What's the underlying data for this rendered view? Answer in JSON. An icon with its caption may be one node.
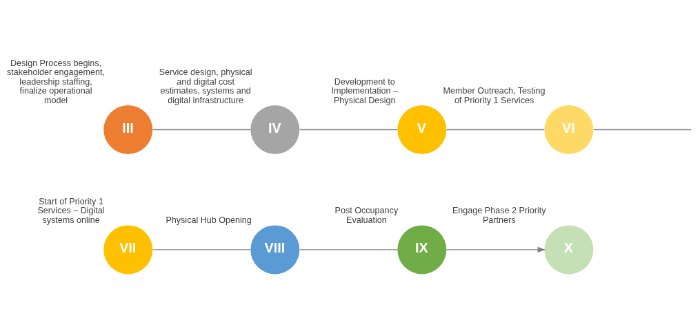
{
  "diagram": {
    "nodes": [
      {
        "text": [
          "III"
        ],
        "beside": [
          "Design Process begins, stakeholder engagement, leadership staffing, finalize operational model"
        ]
      },
      {
        "text": [
          "IV"
        ],
        "beside": [
          "Service design, physical and digital cost estimates, systems and digital infrastructure"
        ]
      },
      {
        "text": [
          "V"
        ],
        "beside": [
          "Development to Implementation – Physical Design"
        ]
      },
      {
        "text": [
          "VI"
        ],
        "beside": [
          "Member Outreach, Testing of Priority 1 Services"
        ]
      },
      {
        "text": [
          "VII"
        ],
        "beside": [
          "Start of Priority 1 Services – Digital systems online"
        ]
      },
      {
        "text": [
          "VIII"
        ],
        "beside": [
          "Physical Hub Opening"
        ]
      },
      {
        "text": [
          "IX"
        ],
        "beside": [
          "Post Occupancy Evaluation"
        ]
      },
      {
        "text": [
          "X"
        ],
        "beside": [
          "Engage Phase 2 Priority Partners"
        ]
      }
    ],
    "edges": [
      {
        "from": 0,
        "to": 1,
        "arrow": "none"
      },
      {
        "from": 1,
        "to": 2,
        "arrow": "none"
      },
      {
        "from": 2,
        "to": 3,
        "arrow": "none"
      },
      {
        "from": 3,
        "to": null,
        "arrow": "none"
      },
      {
        "from": 4,
        "to": 5,
        "arrow": "none"
      },
      {
        "from": 5,
        "to": 6,
        "arrow": "none"
      },
      {
        "from": 6,
        "to": 7,
        "arrow": "to"
      }
    ]
  }
}
